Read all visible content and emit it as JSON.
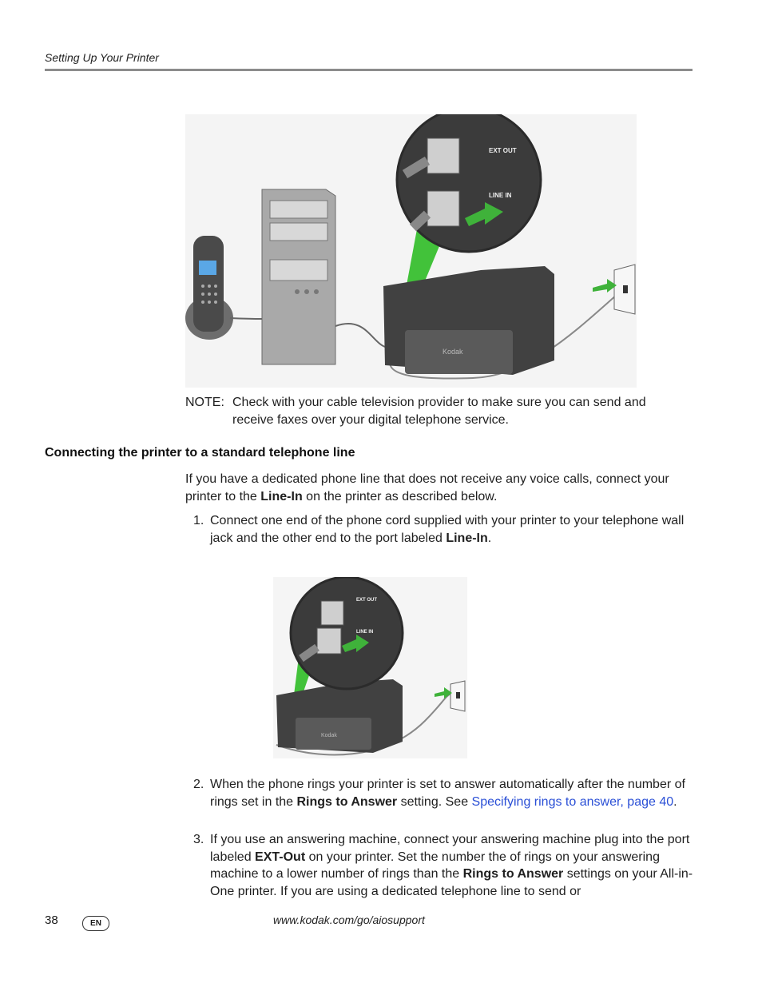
{
  "header": {
    "title": "Setting Up Your Printer"
  },
  "figure1": {
    "port_ext_out": "EXT OUT",
    "port_line_in": "LINE IN",
    "printer_brand": "Kodak"
  },
  "note": {
    "label": "NOTE:",
    "text": "Check with your cable television provider to make sure you can send and receive faxes over your digital telephone service."
  },
  "section": {
    "heading": "Connecting the printer to a standard telephone line",
    "intro_1": "If you have a dedicated phone line that does not receive any voice calls, connect your printer to the ",
    "intro_bold": "Line-In",
    "intro_2": " on the printer as described below."
  },
  "steps": [
    {
      "num": "1.",
      "part1": "Connect one end of the phone cord supplied with your printer to your telephone wall jack and the other end to the port labeled ",
      "bold1": "Line-In",
      "part2": "."
    },
    {
      "num": "2.",
      "part1": "When the phone rings your printer is set to answer automatically after the number of rings set in the ",
      "bold1": "Rings to Answer",
      "part2": " setting. See ",
      "link": "Specifying rings to answer, page 40",
      "part3": "."
    },
    {
      "num": "3.",
      "part1": "If you use an answering machine, connect your answering machine plug into the port labeled ",
      "bold1": "EXT-Out",
      "part2": " on your printer. Set the number the of rings on your answering machine to a lower number of rings than the ",
      "bold2": "Rings to Answer",
      "part3": " settings on your All-in-One printer. If you are using a dedicated telephone line to send or"
    }
  ],
  "figure2": {
    "port_ext_out": "EXT OUT",
    "port_line_in": "LINE IN",
    "printer_brand": "Kodak"
  },
  "footer": {
    "page_number": "38",
    "language_badge": "EN",
    "url": "www.kodak.com/go/aiosupport"
  },
  "colors": {
    "header_rule": "#8c8c8c",
    "link": "#2a4fd6",
    "arrow_green": "#3fb23a"
  }
}
